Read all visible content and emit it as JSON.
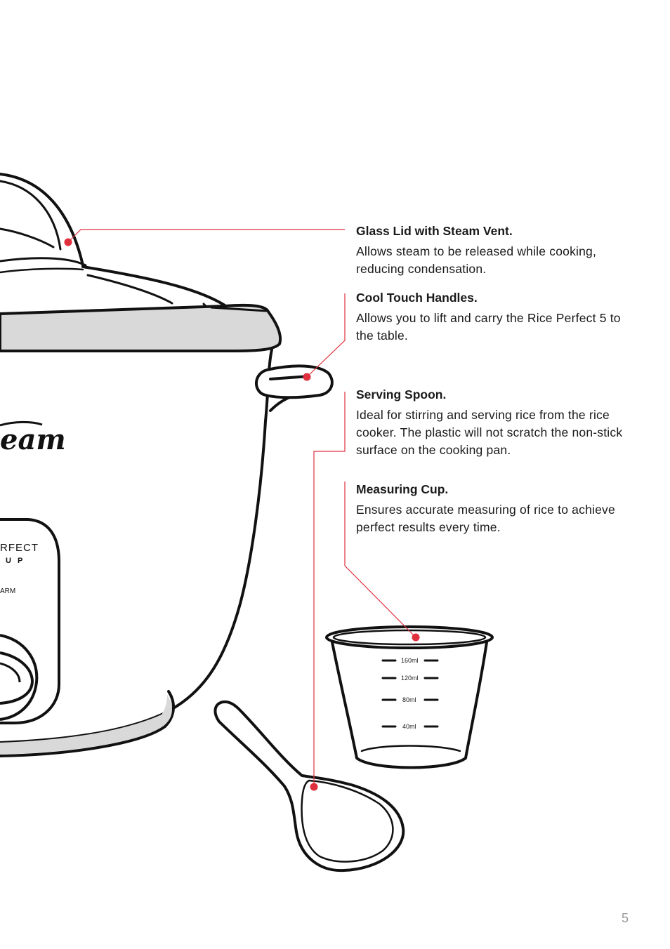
{
  "callouts": {
    "lid": {
      "title": "Glass Lid with Steam Vent.",
      "body": "Allows steam to be released while cooking, reducing condensation."
    },
    "handles": {
      "title": "Cool Touch Handles.",
      "body": "Allows you to lift and carry the Rice Perfect 5 to the table."
    },
    "spoon": {
      "title": "Serving Spoon.",
      "body": "Ideal for stirring and serving rice from the rice cooker. The plastic will not scratch the non-stick surface on the cooking pan."
    },
    "cup": {
      "title": "Measuring Cup.",
      "body": "Ensures accurate measuring of rice to achieve perfect results every time."
    }
  },
  "illustration": {
    "brand_fragment": "eam",
    "panel_line1": "RFECT",
    "panel_line2": "U P",
    "panel_line3": "ARM",
    "cup_marks": [
      "160ml",
      "120ml",
      "80ml",
      "40ml"
    ]
  },
  "page_number": "5",
  "colors": {
    "leader_line": "#e0303e",
    "dot": "#e0303e",
    "rim_fill": "#d9d9d9",
    "page_number": "#999999"
  }
}
